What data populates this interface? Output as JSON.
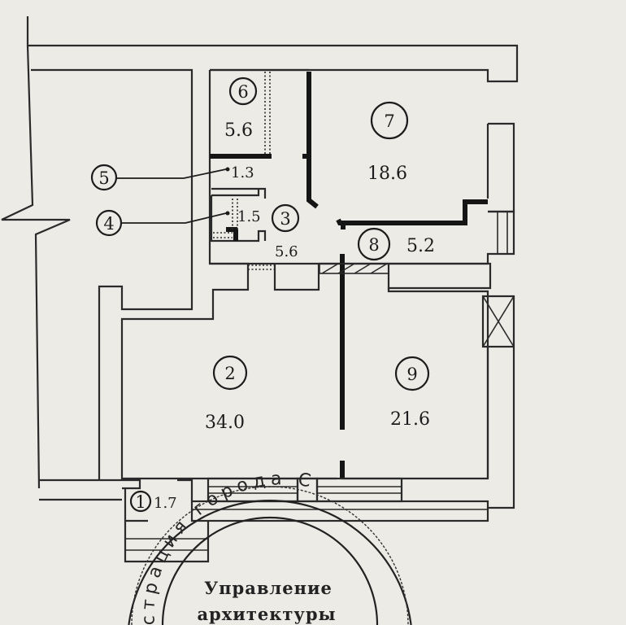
{
  "document": {
    "type": "floor-plan",
    "rooms": [
      {
        "number": "1",
        "area": "1.7"
      },
      {
        "number": "2",
        "area": "34.0"
      },
      {
        "number": "3",
        "area": "5.6"
      },
      {
        "number": "4",
        "area": "1.5"
      },
      {
        "number": "5",
        "area": "1.3"
      },
      {
        "number": "6",
        "area": "5.6"
      },
      {
        "number": "7",
        "area": "18.6"
      },
      {
        "number": "8",
        "area": "5.2"
      },
      {
        "number": "9",
        "area": "21.6"
      }
    ],
    "stamp": {
      "arc_text": "страция города С",
      "line1": "Управление",
      "line2": "архитектуры"
    }
  }
}
